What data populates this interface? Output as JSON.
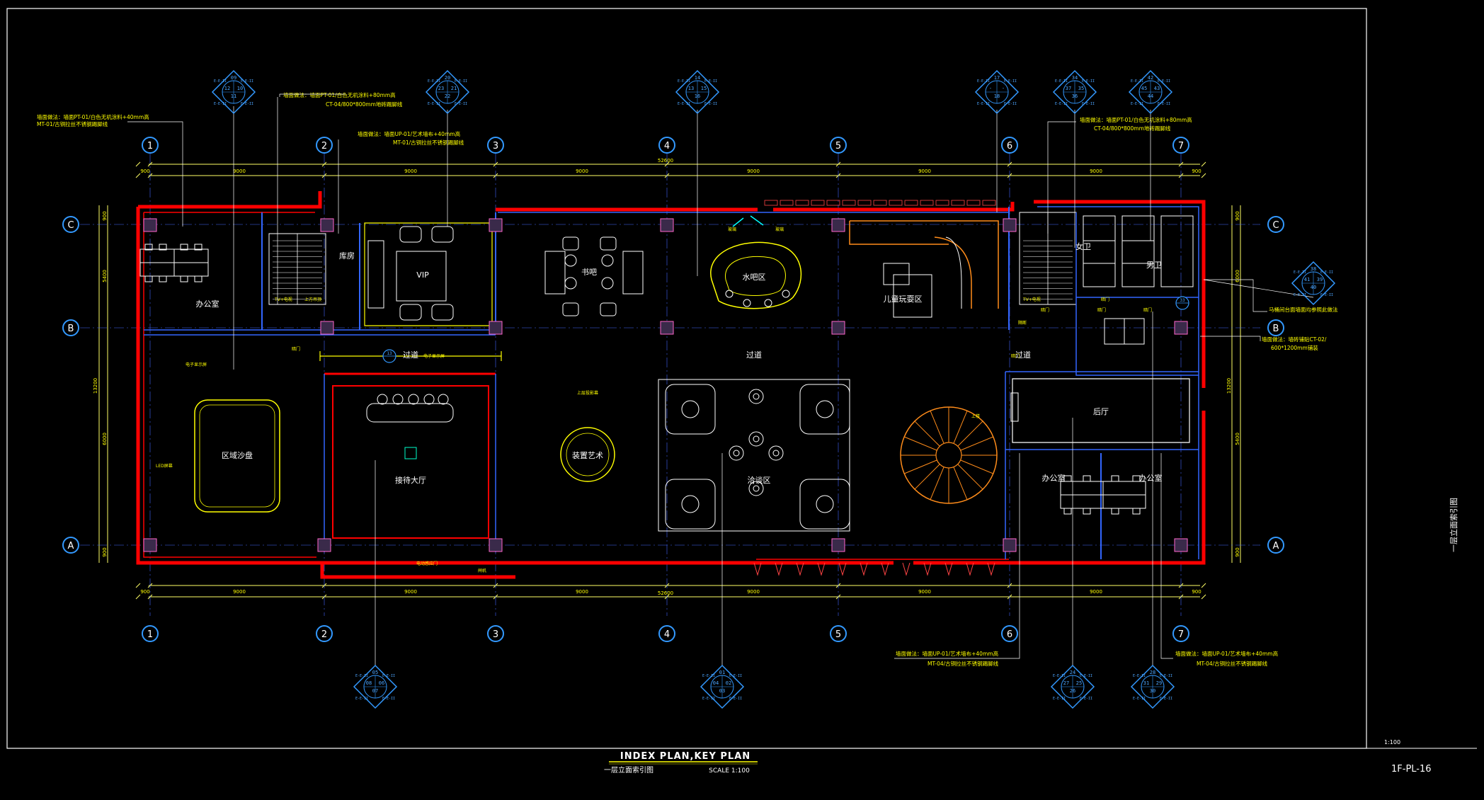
{
  "drawing": {
    "title_en": "INDEX PLAN,KEY PLAN",
    "title_cn": "一层立面索引图",
    "scale_label": "SCALE 1:100",
    "scale_small": "1:100",
    "sheet_no": "1F-PL-16",
    "side_title": "一层立面索引图"
  },
  "grid": {
    "cols": [
      "1",
      "2",
      "3",
      "4",
      "5",
      "6",
      "7"
    ],
    "rows": [
      "C",
      "B",
      "A"
    ]
  },
  "dims": {
    "top_overall": "52600",
    "bottom_overall": "52600",
    "segments": [
      "900",
      "9000",
      "9000",
      "9000",
      "9000",
      "9000",
      "9000",
      "900"
    ],
    "left_v": [
      "900",
      "5400",
      "6000",
      "900"
    ],
    "left_overall": "13200",
    "right_v": [
      "900",
      "6000",
      "5400",
      "900"
    ],
    "right_overall": "13200"
  },
  "rooms": {
    "office_1": "办公室",
    "storage": "库房",
    "vip": "VIP",
    "book_bar": "书吧",
    "water_bar": "水吧区",
    "kids": "儿童玩耍区",
    "women_wc": "女卫",
    "men_wc": "男卫",
    "corridor_1": "过道",
    "corridor_2": "过道",
    "corridor_3": "过道",
    "sand_table": "区域沙盘",
    "reception": "接待大厅",
    "art": "装置艺术",
    "talk": "洽谈区",
    "back_hall": "后厅",
    "office_2": "办公室",
    "office_3": "办公室"
  },
  "notes": {
    "n1_l1": "墙面做法：墙面PT-01/白色无机涂料+40mm高",
    "n1_l2": "MT-01/古铜拉丝不锈钢踢脚线",
    "n2_l1": "墙面做法：墙面PT-01/白色无机涂料+80mm高",
    "n2_l2": "CT-04/800*800mm地砖踢脚线",
    "n3_l1": "墙面做法：墙面UP-01/艺术墙布+40mm高",
    "n3_l2": "MT-01/古铜拉丝不锈钢踢脚线",
    "n4_l1": "墙面做法：墙面PT-01/白色无机涂料+80mm高",
    "n4_l2": "CT-04/800*800mm地砖踢脚线",
    "n5": "马桶间台面墙面均参照此做法",
    "n6_l1": "墙面做法：墙砖铺贴CT-02/",
    "n6_l2": "600*1200mm铺装",
    "n7_l1": "墙面做法：墙面UP-01/艺术墙布+40mm高",
    "n7_l2": "MT-04/古铜拉丝不锈钢踢脚线",
    "n8_l1": "墙面做法：墙面UP-01/艺术墙布+40mm高",
    "n8_l2": "MT-04/古铜拉丝不锈钢踢脚线"
  },
  "tags": {
    "t1": "电子显示屏",
    "t2": "电子显示屏",
    "t3": "LED屏幕",
    "t4": "上层投影幕",
    "t5": "电动感应门",
    "t6": "闸机",
    "t7": "暗门",
    "t8": "暗门",
    "t9": "暗门",
    "t10": "暗门",
    "t11": "暗门",
    "t12": "暗门",
    "t13": "隔断",
    "t14": "TV+电视",
    "t15": "上方吊顶",
    "t16": "玻璃",
    "t17": "玻璃",
    "t18": "上楼",
    "t19": "TV+电视"
  },
  "index_markers": [
    {
      "id": "im-1",
      "top": "09",
      "left": "12",
      "right": "10",
      "bottom": "11"
    },
    {
      "id": "im-2",
      "top": "20",
      "left": "23",
      "right": "21",
      "bottom": "22"
    },
    {
      "id": "im-3",
      "top": "14",
      "left": "13",
      "right": "15",
      "bottom": "16"
    },
    {
      "id": "im-4",
      "top": "17",
      "left": "-",
      "right": "-",
      "bottom": "18"
    },
    {
      "id": "im-5",
      "top": "34",
      "left": "37",
      "right": "35",
      "bottom": "36"
    },
    {
      "id": "im-6",
      "top": "42",
      "left": "45",
      "right": "43",
      "bottom": "44"
    },
    {
      "id": "im-7",
      "top": "38",
      "left": "41",
      "right": "39",
      "bottom": "40"
    },
    {
      "id": "im-8",
      "top": "05",
      "left": "08",
      "right": "06",
      "bottom": "07"
    },
    {
      "id": "im-9",
      "top": "01",
      "left": "04",
      "right": "02",
      "bottom": "03"
    },
    {
      "id": "im-10",
      "top": "24",
      "left": "27",
      "right": "25",
      "bottom": "26"
    },
    {
      "id": "im-11",
      "top": "28",
      "left": "31",
      "right": "29",
      "bottom": "30"
    }
  ],
  "marker_sheet": "E-E-II",
  "small_marker": "13",
  "small_marker_2": "33",
  "colors": {
    "red_wall": "#ff0000",
    "blue_axis": "#3399ff",
    "text_yellow": "#ffff00",
    "furniture_white": "#ffffff",
    "stair_orange": "#ff8c1a",
    "glass_cyan": "#00ffff"
  }
}
